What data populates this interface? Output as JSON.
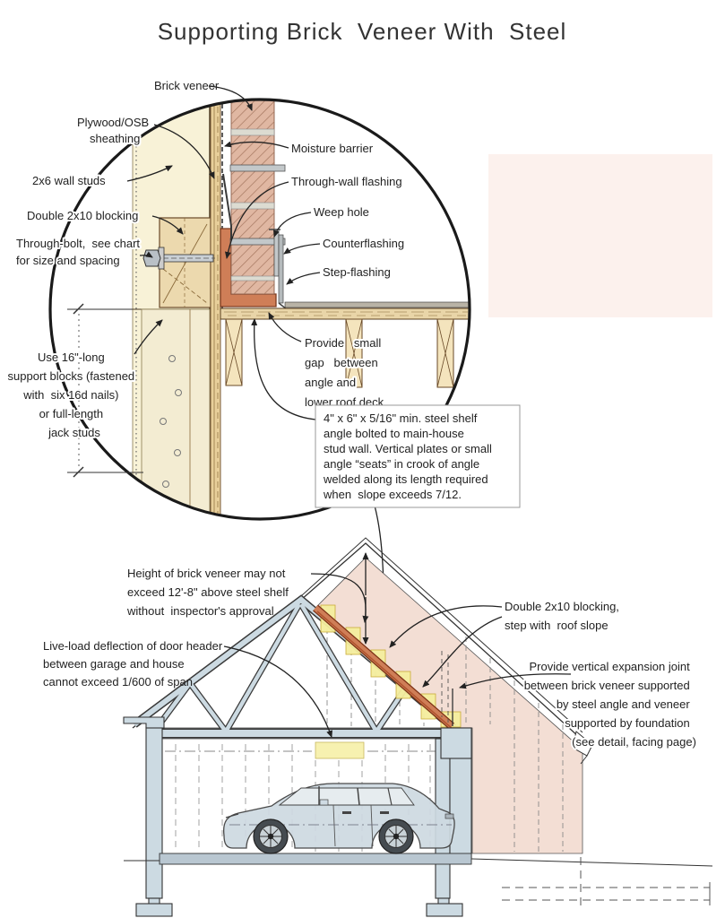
{
  "title": "Supporting Brick  Veneer With  Steel",
  "detail_labels": {
    "brick_veneer": "Brick veneer",
    "plywood_osb": [
      "Plywood/OSB",
      "sheathing"
    ],
    "wall_studs": "2x6 wall studs",
    "blocking": "Double 2x10 blocking",
    "through_bolt": [
      "Through-bolt,  see chart",
      "for size and spacing"
    ],
    "support_blocks": [
      "Use 16\"-long",
      "support blocks (fastened",
      "with  six 16d nails)",
      "or full-length",
      "jack studs"
    ],
    "moisture_barrier": "Moisture barrier",
    "through_wall_flashing": "Through-wall flashing",
    "weep_hole": "Weep hole",
    "counterflashing": "Counterflashing",
    "step_flashing": "Step-flashing",
    "gap_note": [
      "Provide   small",
      "gap   between",
      "angle and",
      "lower roof deck"
    ],
    "shelf_angle_note": [
      "4\" x 6\" x 5/16\" min. steel shelf",
      "angle bolted to main-house",
      "stud wall. Vertical plates or small",
      "angle “seats” in crook of angle",
      "welded along its length required",
      "when  slope exceeds 7/12."
    ]
  },
  "house_labels": {
    "veneer_height": [
      "Height of brick veneer may not",
      "exceed 12'-8\" above steel shelf",
      "without  inspector's approval"
    ],
    "door_header": [
      "Live-load deflection of door header",
      "between garage and house",
      "cannot exceed 1/600 of span"
    ],
    "step_blocking": [
      "Double 2x10 blocking,",
      "step with  roof slope"
    ],
    "expansion_joint": [
      "Provide vertical expansion joint",
      "between brick veneer supported",
      "by steel angle and veneer",
      "supported by foundation",
      "(see detail, facing page)"
    ]
  },
  "colors": {
    "brick": "#e0b7a2",
    "mortar": "#dcdbd1",
    "steel_angle": "#cf7e57",
    "stud_cream": "#f8f2d7",
    "blocking_wood": "#ecd9ae",
    "sheathing_wood": "#e8cf9a",
    "deck_wood": "#e9d5a8",
    "rafter_wood": "#f4e4bd",
    "truss_blue": "#ccdae2",
    "gable_pink": "#f3ded4",
    "faint_pink": "#fcf1ed",
    "block_yellow": "#f5ee9e",
    "flashing_gray": "#c3c8ca",
    "slab_gray": "#b9c7d1",
    "line_dark": "#222222"
  }
}
